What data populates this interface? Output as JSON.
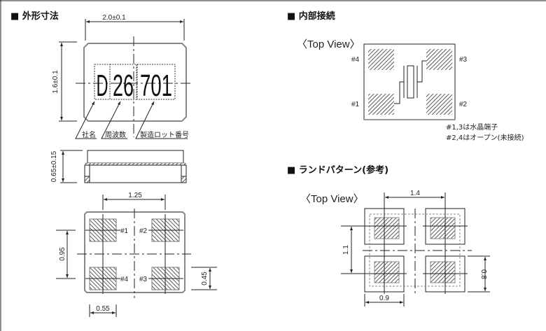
{
  "sections": {
    "outline": {
      "title": "■ 外形寸法"
    },
    "internal": {
      "title": "■ 内部接続",
      "view_label": "〈Top View〉",
      "pins": [
        "#1",
        "#2",
        "#3",
        "#4"
      ],
      "notes": [
        "#1,3は水晶端子",
        "#2,4はオープン(未接続)"
      ]
    },
    "land": {
      "title": "■ ランドパターン(参考)",
      "view_label": "〈Top View〉"
    }
  },
  "outline_dims": {
    "width": "2.0±0.1",
    "height": "1.6±0.1",
    "thickness": "0.65±0.15",
    "pad_pitch_x": "1.25",
    "pad_pitch_y": "0.95",
    "pad_h": "0.45",
    "pad_w": "0.55"
  },
  "marking": {
    "company": "D",
    "frequency": "26",
    "lot": "701",
    "labels": [
      "社名",
      "周波数",
      "製造ロット番号"
    ]
  },
  "bottom_pins": [
    "#1",
    "#2",
    "#4",
    "#3"
  ],
  "land_dims": {
    "pitch_x": "1.4",
    "pitch_y": "1.1",
    "land_h": "0.8",
    "land_w": "0.9"
  },
  "colors": {
    "line": "#222222",
    "package": "#888888",
    "accent_orange": "#c86a00"
  }
}
